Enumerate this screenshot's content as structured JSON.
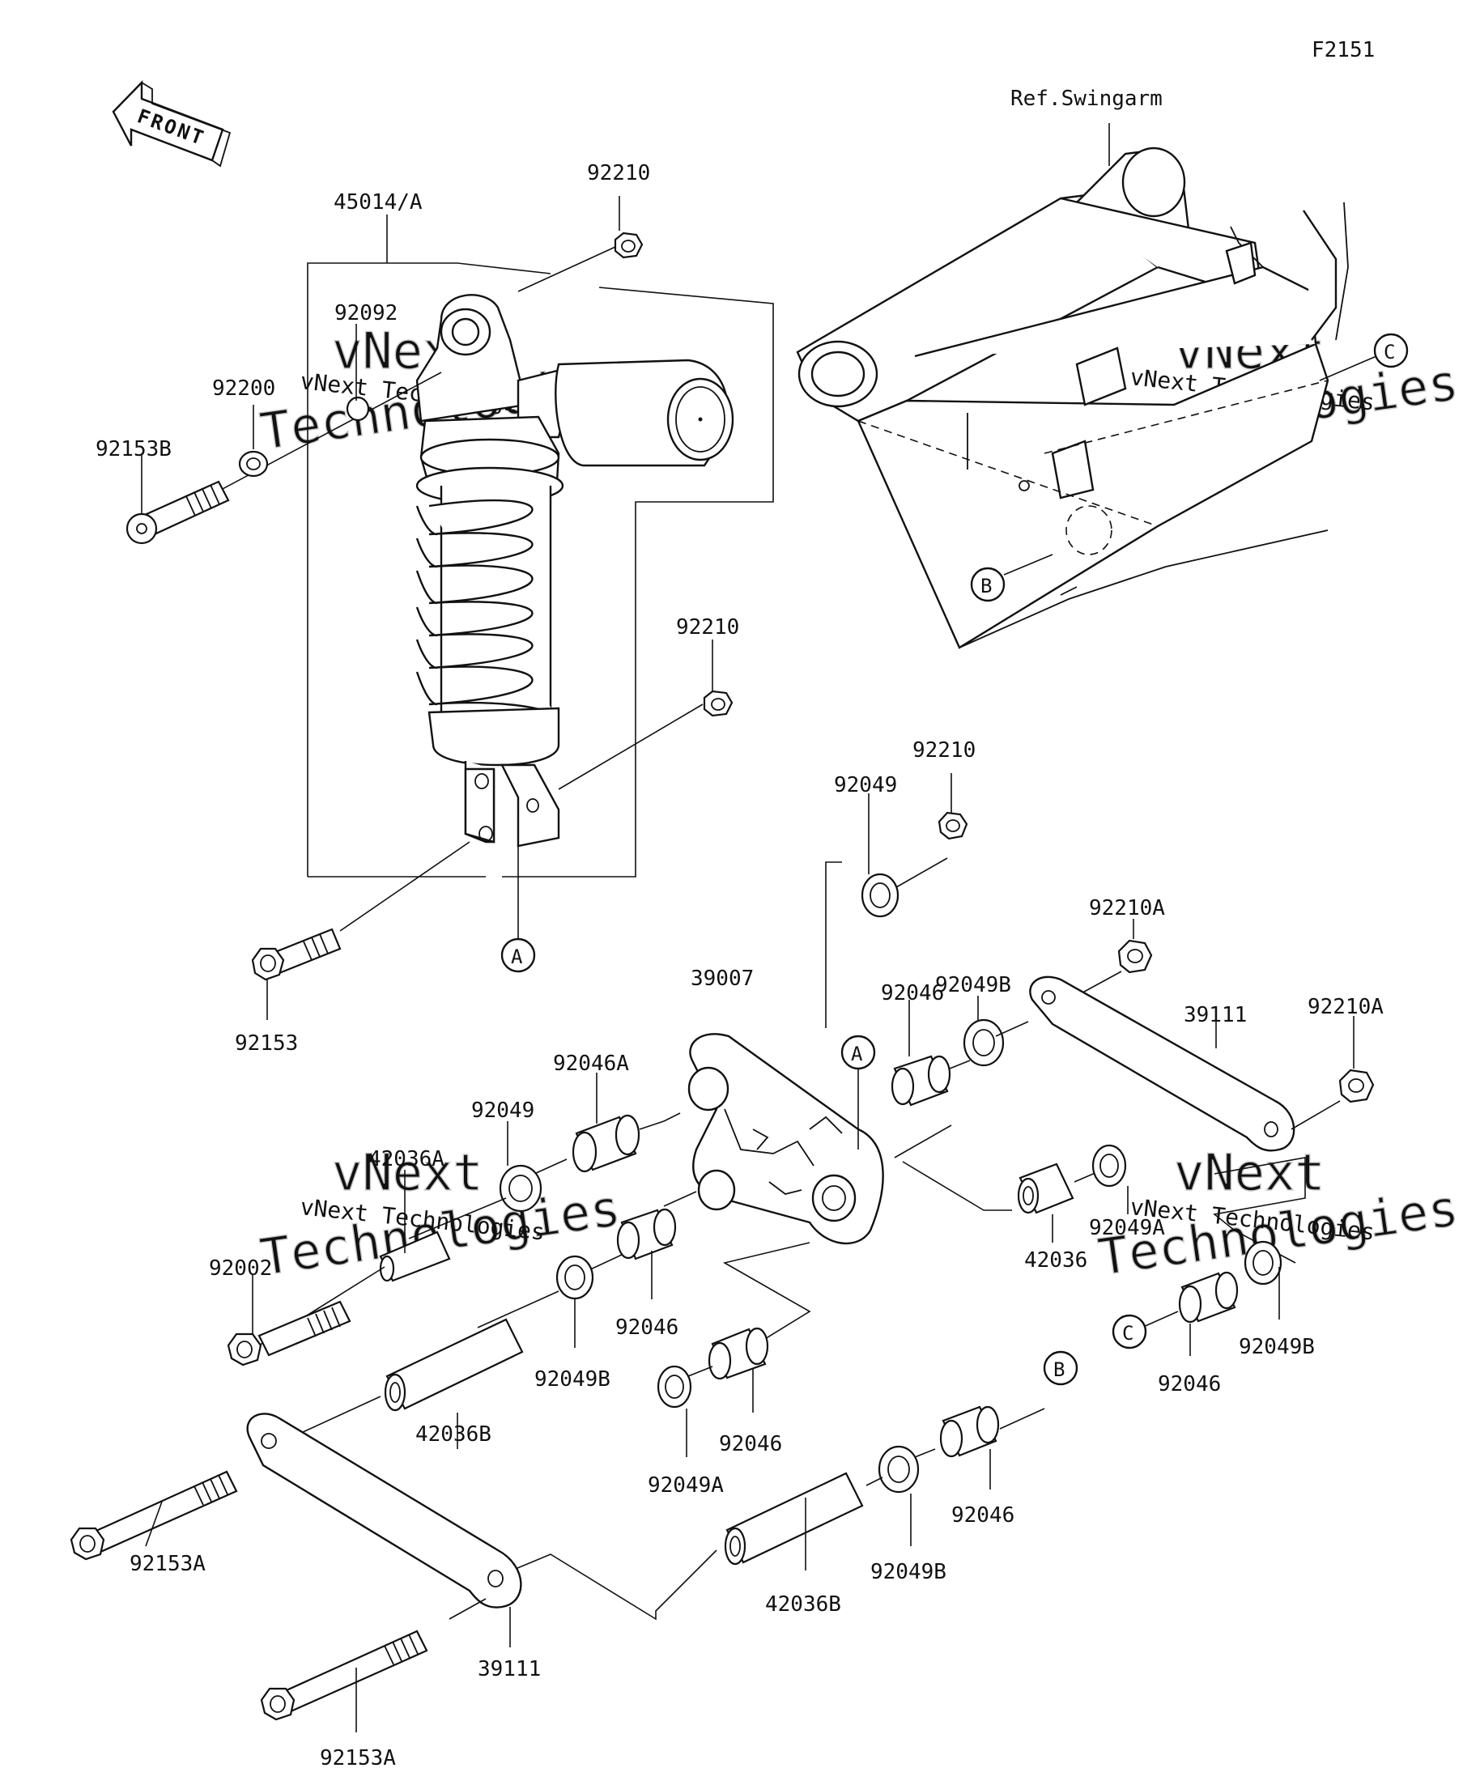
{
  "figure_code": "F2151",
  "front_label": "FRONT",
  "ref_label": "Ref.Swingarm",
  "watermark": {
    "brand": "vNext",
    "company": "vNext Technologies",
    "big": "Technologies"
  },
  "callouts": [
    {
      "id": "45014A",
      "text": "45014/A"
    },
    {
      "id": "92210_top",
      "text": "92210"
    },
    {
      "id": "92092",
      "text": "92092"
    },
    {
      "id": "92200",
      "text": "92200"
    },
    {
      "id": "92153B",
      "text": "92153B"
    },
    {
      "id": "92210_mid",
      "text": "92210"
    },
    {
      "id": "92049_r",
      "text": "92049"
    },
    {
      "id": "92210_r",
      "text": "92210"
    },
    {
      "id": "92210A_1",
      "text": "92210A"
    },
    {
      "id": "92153",
      "text": "92153"
    },
    {
      "id": "92049B_1",
      "text": "92049B"
    },
    {
      "id": "39007",
      "text": "39007"
    },
    {
      "id": "92046_1",
      "text": "92046"
    },
    {
      "id": "39111_r",
      "text": "39111"
    },
    {
      "id": "92210A_2",
      "text": "92210A"
    },
    {
      "id": "92046A",
      "text": "92046A"
    },
    {
      "id": "92049_l",
      "text": "92049"
    },
    {
      "id": "42036A",
      "text": "42036A"
    },
    {
      "id": "92049A_r",
      "text": "92049A"
    },
    {
      "id": "42036",
      "text": "42036"
    },
    {
      "id": "92002",
      "text": "92002"
    },
    {
      "id": "92046_2",
      "text": "92046"
    },
    {
      "id": "92049B_2",
      "text": "92049B"
    },
    {
      "id": "92049B_3",
      "text": "92049B"
    },
    {
      "id": "92046_3",
      "text": "92046"
    },
    {
      "id": "42036B_1",
      "text": "42036B"
    },
    {
      "id": "92046_4",
      "text": "92046"
    },
    {
      "id": "92049A_b",
      "text": "92049A"
    },
    {
      "id": "92153A_1",
      "text": "92153A"
    },
    {
      "id": "92046_5",
      "text": "92046"
    },
    {
      "id": "92049B_4",
      "text": "92049B"
    },
    {
      "id": "42036B_2",
      "text": "42036B"
    },
    {
      "id": "39111_b",
      "text": "39111"
    },
    {
      "id": "92153A_2",
      "text": "92153A"
    }
  ],
  "ref_markers": [
    {
      "id": "A1",
      "letter": "A"
    },
    {
      "id": "A2",
      "letter": "A"
    },
    {
      "id": "B1",
      "letter": "B"
    },
    {
      "id": "B2",
      "letter": "B"
    },
    {
      "id": "C1",
      "letter": "C"
    },
    {
      "id": "C2",
      "letter": "C"
    }
  ]
}
